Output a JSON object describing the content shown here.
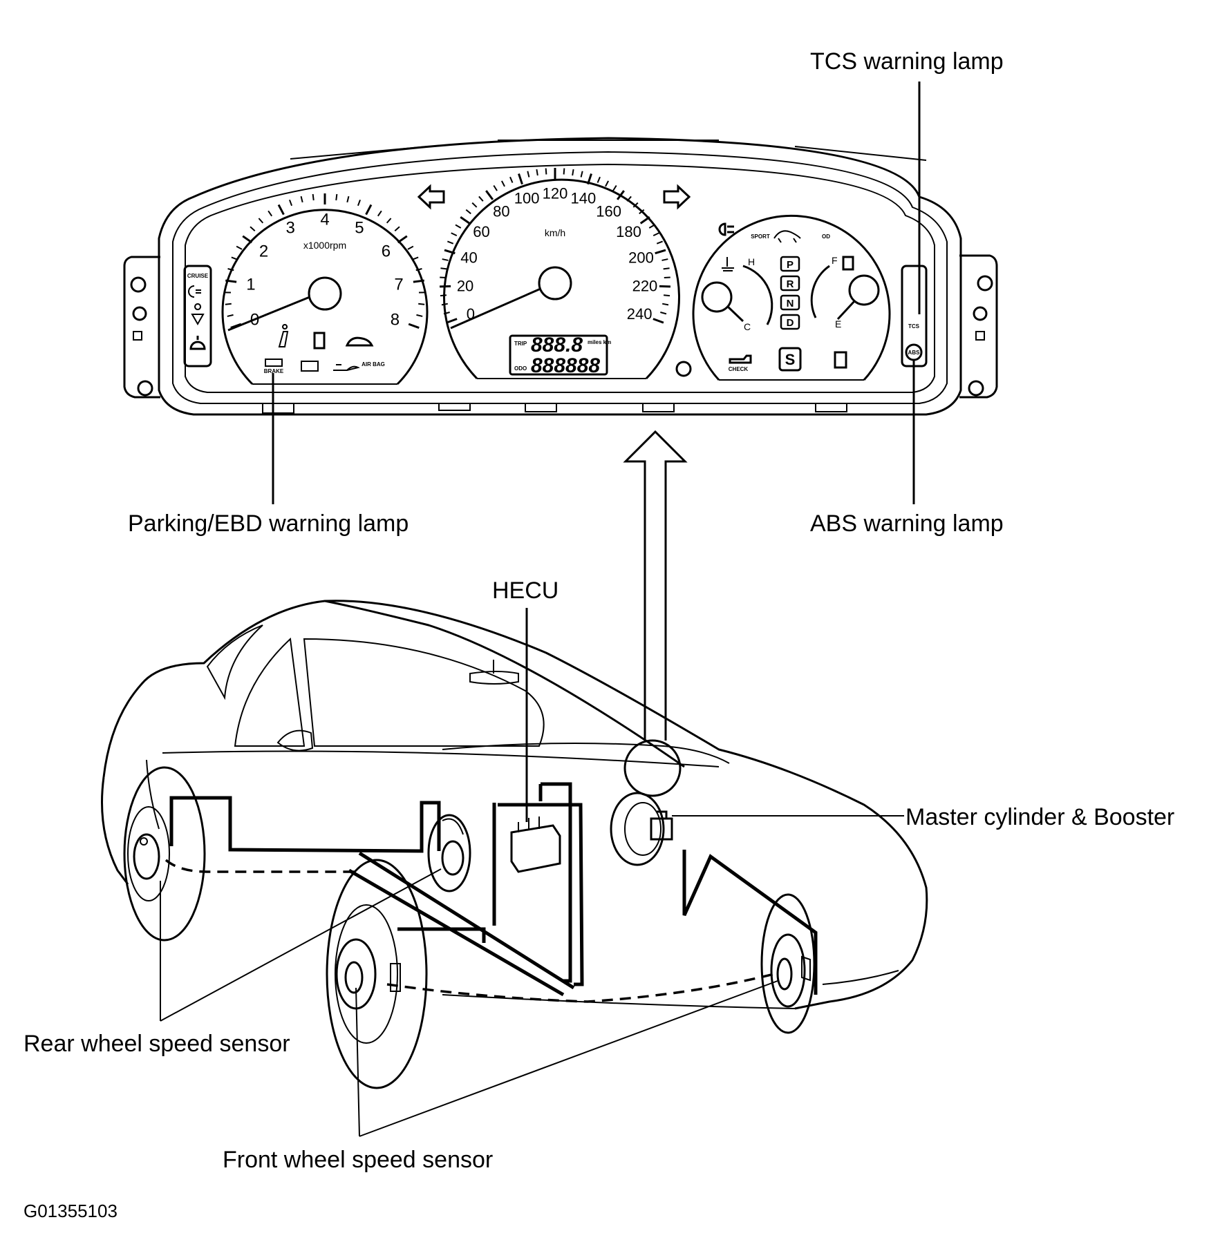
{
  "callouts": {
    "tcs_warning_lamp": "TCS warning lamp",
    "parking_ebd_warning_lamp": "Parking/EBD warning lamp",
    "abs_warning_lamp": "ABS warning lamp",
    "hecu": "HECU",
    "master_cylinder_booster": "Master cylinder & Booster",
    "rear_wheel_speed_sensor": "Rear wheel speed sensor",
    "front_wheel_speed_sensor": "Front wheel speed sensor"
  },
  "figure_id": "G01355103",
  "cluster": {
    "tachometer": {
      "unit": "x1000rpm",
      "ticks": [
        "0",
        "1",
        "2",
        "3",
        "4",
        "5",
        "6",
        "7",
        "8"
      ]
    },
    "speedometer": {
      "unit": "km/h",
      "ticks": [
        "0",
        "20",
        "40",
        "60",
        "80",
        "100",
        "120",
        "140",
        "160",
        "180",
        "200",
        "220",
        "240"
      ],
      "trip_display": "888.8",
      "odo_display": "888888",
      "trip_label": "TRIP",
      "odo_label": "ODO",
      "units_label": "miles km"
    },
    "temp_gauge": {
      "hot": "H",
      "cold": "C"
    },
    "fuel_gauge": {
      "full": "F",
      "empty": "E"
    },
    "gear_indicators": [
      "P",
      "R",
      "N",
      "D"
    ],
    "sport_label": "SPORT",
    "sport_mode_indicator": "S",
    "od_label": "OD",
    "check_label": "CHECK",
    "cruise_label": "CRUISE",
    "tcs_label": "TCS",
    "abs_label": "ABS",
    "brake_label": "BRAKE",
    "airbag_label": "AIR BAG"
  }
}
